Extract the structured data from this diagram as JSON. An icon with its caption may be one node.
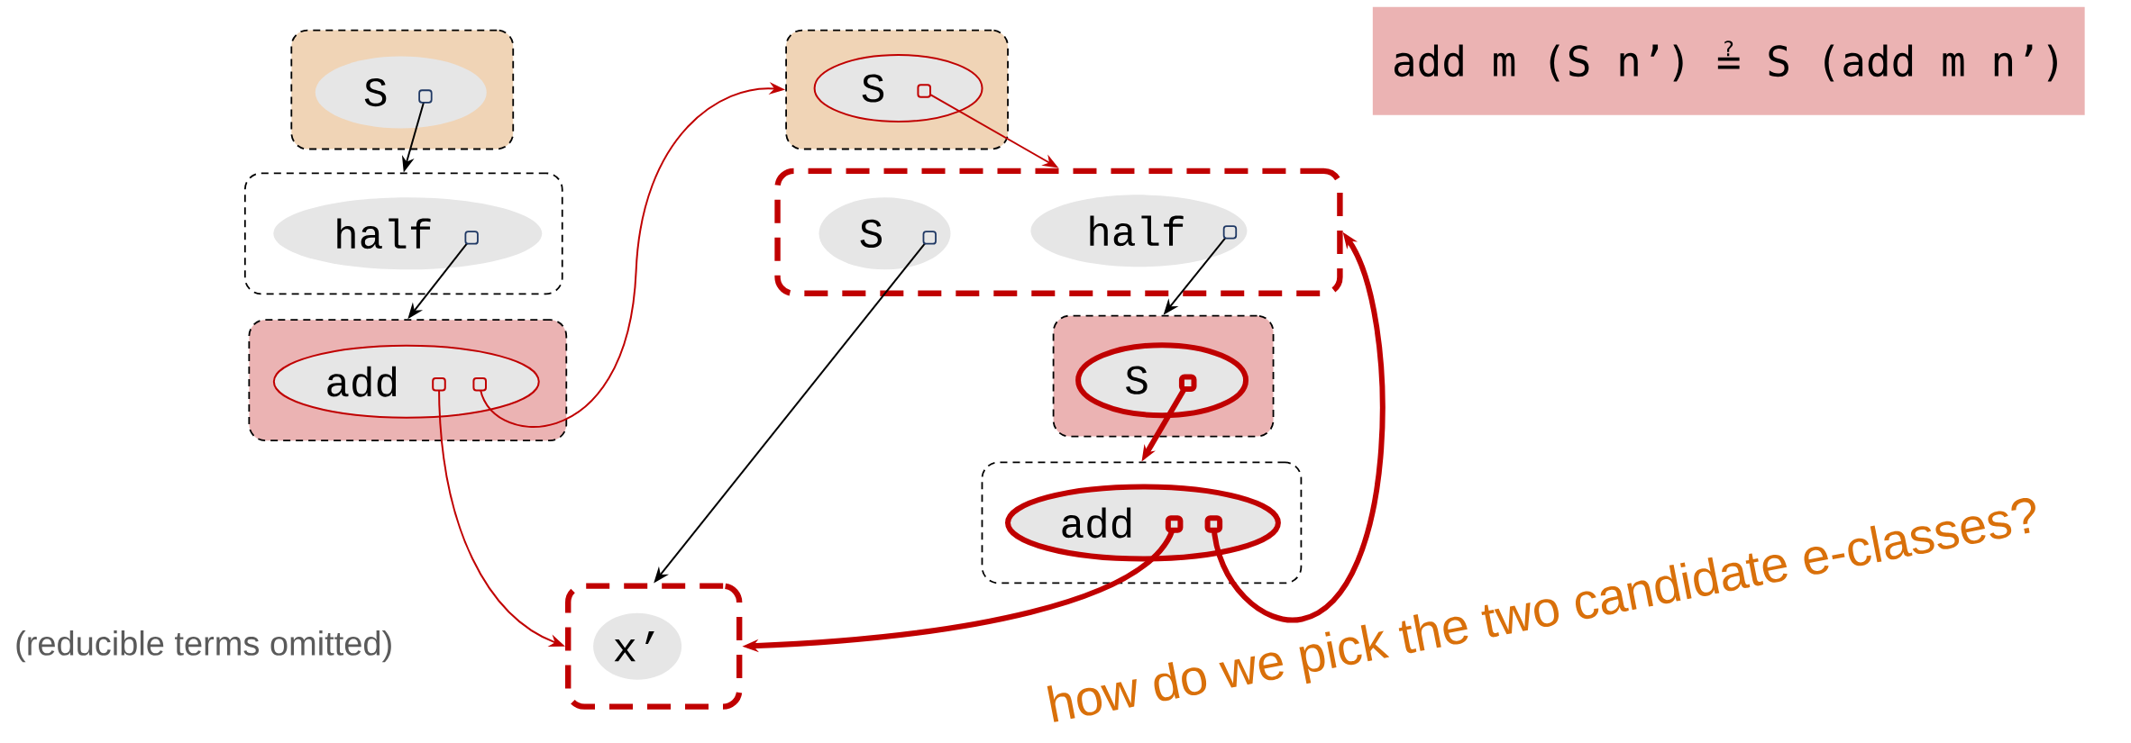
{
  "diagram": {
    "nodes": [
      {
        "text": [],
        "shape": "box"
      },
      {
        "text": [
          "S"
        ],
        "in": 0
      },
      {
        "text": [],
        "shape": "box"
      },
      {
        "text": [
          "half"
        ],
        "in": 2
      },
      {
        "text": [],
        "shape": "box"
      },
      {
        "text": [
          "add"
        ],
        "in": 4
      },
      {
        "text": [],
        "shape": "box"
      },
      {
        "text": [
          "S"
        ],
        "in": 6
      },
      {
        "text": [],
        "shape": "box"
      },
      {
        "text": [
          "S"
        ],
        "in": 8
      },
      {
        "text": [
          "half"
        ],
        "in": 8
      },
      {
        "text": [],
        "shape": "box"
      },
      {
        "text": [
          "S"
        ],
        "in": 11
      },
      {
        "text": [],
        "shape": "box"
      },
      {
        "text": [
          "add"
        ],
        "in": 13
      },
      {
        "text": [],
        "shape": "box"
      },
      {
        "text": [
          "x’"
        ],
        "in": 15
      },
      {
        "text": [
          "add m (S n’) ≟ S (add m n’)"
        ]
      }
    ],
    "edges": [
      {
        "from": 1,
        "to": 2,
        "arrow": "to",
        "color": "#000000"
      },
      {
        "from": 3,
        "to": 4,
        "arrow": "to",
        "color": "#000000"
      },
      {
        "from": 5,
        "to": 15,
        "arrow": "to"
      },
      {
        "from": 5,
        "to": 6,
        "arrow": "to"
      },
      {
        "from": 7,
        "to": 8,
        "arrow": "to"
      },
      {
        "from": 9,
        "to": 15,
        "arrow": "to",
        "color": "#000000"
      },
      {
        "from": 10,
        "to": 11,
        "arrow": "to",
        "color": "#000000"
      },
      {
        "from": 12,
        "to": 13,
        "arrow": "to",
        "style": "thick"
      },
      {
        "from": 14,
        "to": 15,
        "arrow": "to",
        "style": "thick"
      },
      {
        "from": 14,
        "to": 8,
        "arrow": "to",
        "style": "thick"
      }
    ],
    "labels": [
      "(reducible terms omitted)",
      "how do we pick the two candidate e-classes?"
    ]
  }
}
